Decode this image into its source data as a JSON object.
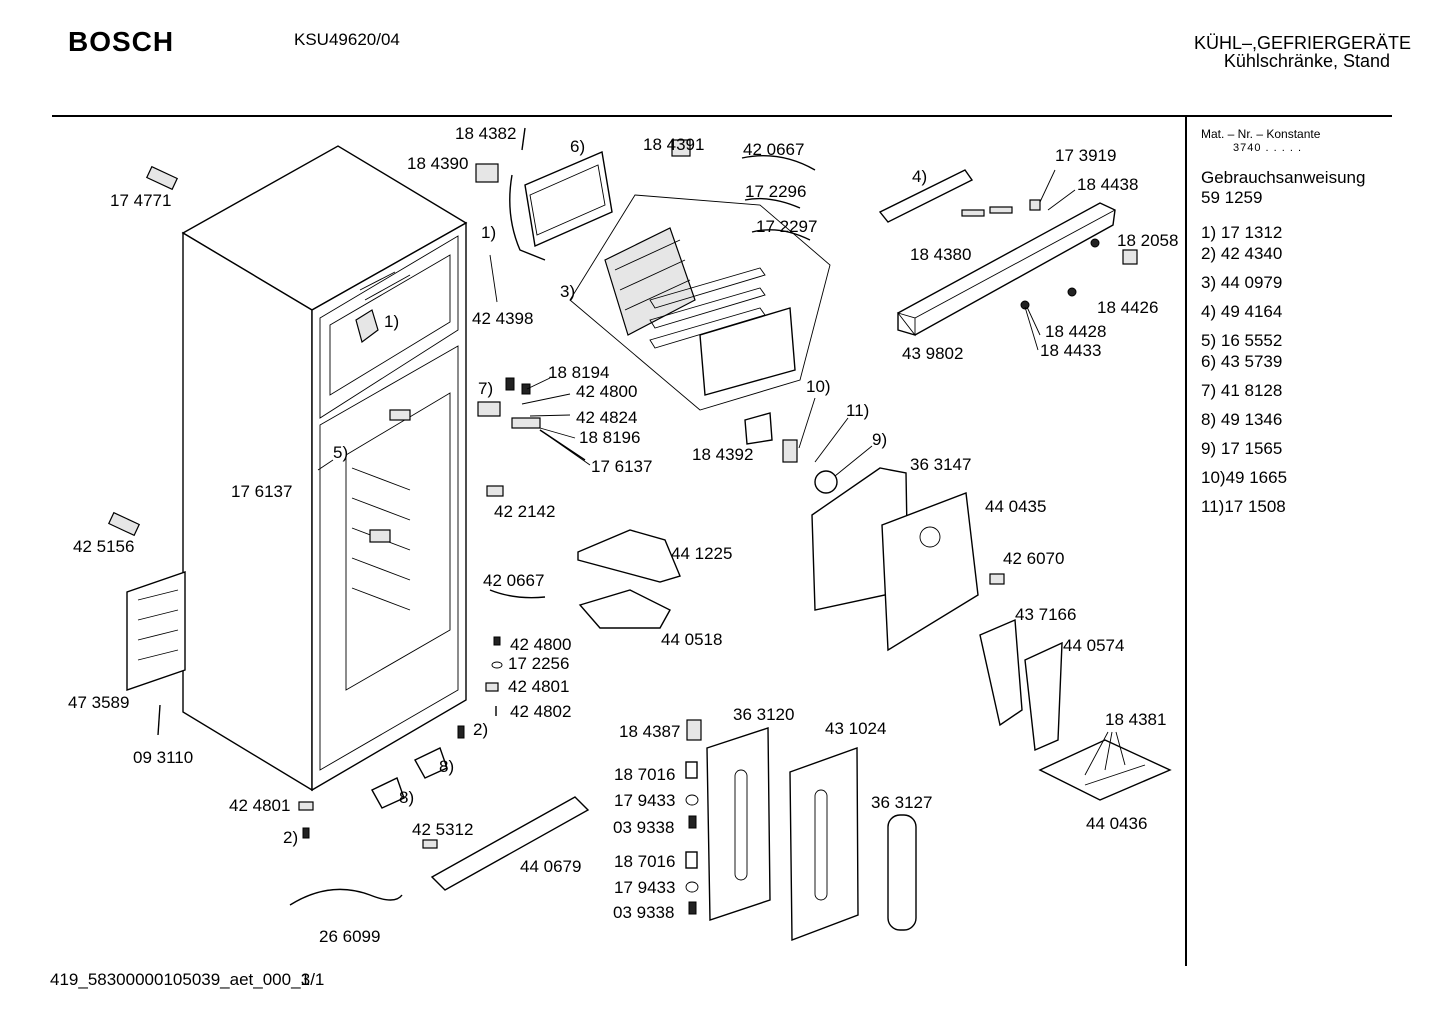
{
  "header": {
    "brand": "BOSCH",
    "model": "KSU49620/04",
    "category_line1": "KÜHL–,GEFRIERGERÄTE",
    "category_line2": "Kühlschränke, Stand"
  },
  "sidebar": {
    "mat_label": "Mat. – Nr. – Konstante",
    "mat_value": "3740 . . . . .",
    "manual_label": "Gebrauchsanweisung",
    "manual_number": "59 1259",
    "items": [
      {
        "key": "1)",
        "value": "17 1312"
      },
      {
        "key": "2)",
        "value": "42 4340"
      },
      {
        "key": "3)",
        "value": "44 0979"
      },
      {
        "key": "4)",
        "value": "49 4164"
      },
      {
        "key": "5)",
        "value": "16 5552"
      },
      {
        "key": "6)",
        "value": "43 5739"
      },
      {
        "key": "7)",
        "value": "41 8128"
      },
      {
        "key": "8)",
        "value": "49 1346"
      },
      {
        "key": "9)",
        "value": "17 1565"
      },
      {
        "key": "10)",
        "value": "49 1665"
      },
      {
        "key": "11)",
        "value": "17 1508"
      }
    ]
  },
  "part_labels": {
    "p174771": "17 4771",
    "p184382": "18 4382",
    "p184390": "18 4390",
    "p6": "6)",
    "p184391": "18 4391",
    "p420667a": "42 0667",
    "p172296": "17 2296",
    "p172297": "17 2297",
    "p1a": "1)",
    "p424398": "42 4398",
    "p3": "3)",
    "p1b": "1)",
    "p4": "4)",
    "p173919": "17 3919",
    "p184438": "18 4438",
    "p184380": "18 4380",
    "p182058": "18 2058",
    "p184426": "18 4426",
    "p184428": "18 4428",
    "p184433": "18 4433",
    "p439802": "43 9802",
    "p188194": "18 8194",
    "p7": "7)",
    "p424800a": "42 4800",
    "p424824": "42 4824",
    "p188196": "18 8196",
    "p176137a": "17 6137",
    "p5": "5)",
    "p176137b": "17 6137",
    "p10": "10)",
    "p11": "11)",
    "p9": "9)",
    "p184392": "18 4392",
    "p363147": "36 3147",
    "p422142": "42 2142",
    "p440435": "44 0435",
    "p425156": "42 5156",
    "p441225": "44 1225",
    "p426070": "42 6070",
    "p420667b": "42 0667",
    "p440518": "44 0518",
    "p437166": "43 7166",
    "p424800b": "42 4800",
    "p440574": "44 0574",
    "p172256": "17 2256",
    "p424801a": "42 4801",
    "p473589": "47 3589",
    "p424802": "42 4802",
    "p2a": "2)",
    "p184387": "18 4387",
    "p363120": "36 3120",
    "p431024": "43 1024",
    "p184381": "18 4381",
    "p093110": "09 3110",
    "p187016a": "18 7016",
    "p8a": "8)",
    "p179433a": "17 9433",
    "p363127": "36 3127",
    "p424801b": "42 4801",
    "p8b": "8)",
    "p093338a": "03 9338",
    "p440436": "44 0436",
    "p425312": "42 5312",
    "p2b": "2)",
    "p187016b": "18 7016",
    "p440679": "44 0679",
    "p179433b": "17 9433",
    "p093338b": "03 9338",
    "p266099": "26 6099"
  },
  "footer": {
    "doc_id": "419_58300000105039_aet_000_1",
    "page": "3/1"
  }
}
